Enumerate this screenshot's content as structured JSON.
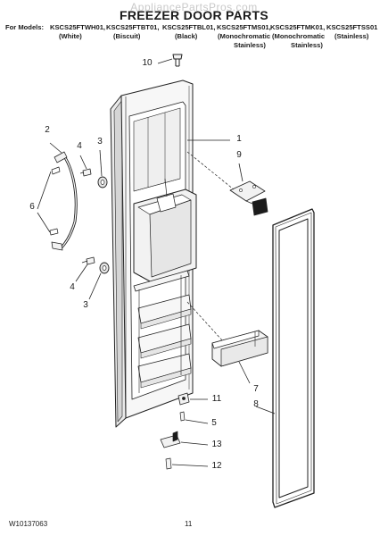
{
  "header": {
    "watermark": "AppliancePartsPros.com",
    "title": "FREEZER DOOR PARTS",
    "for_models_label": "For Models:",
    "models": [
      {
        "number": "KSCS25FTWH01,",
        "color": "(White)"
      },
      {
        "number": "KSCS25FTBT01,",
        "color": "(Biscuit)"
      },
      {
        "number": "KSCS25FTBL01,",
        "color": "(Black)"
      },
      {
        "number": "KSCS25FTMS01,",
        "color": "(Monochromatic",
        "color2": "Stainless)"
      },
      {
        "number": "KSCS25FTMK01,",
        "color": "(Monochromatic",
        "color2": "Stainless)"
      },
      {
        "number": "KSCS25FTSS01",
        "color": "(Stainless)"
      }
    ]
  },
  "callouts": [
    "1",
    "2",
    "3",
    "4",
    "5",
    "6",
    "7",
    "8",
    "9",
    "10",
    "11",
    "12",
    "13"
  ],
  "callout_labels": {
    "c1": "1",
    "c2": "2",
    "c3a": "3",
    "c3b": "3",
    "c4a": "4",
    "c4b": "4",
    "c5": "5",
    "c6": "6",
    "c7": "7",
    "c8": "8",
    "c9": "9",
    "c10": "10",
    "c11": "11",
    "c12": "12",
    "c13": "13"
  },
  "footer": {
    "doc_number": "W10137063",
    "page_number": "11"
  }
}
